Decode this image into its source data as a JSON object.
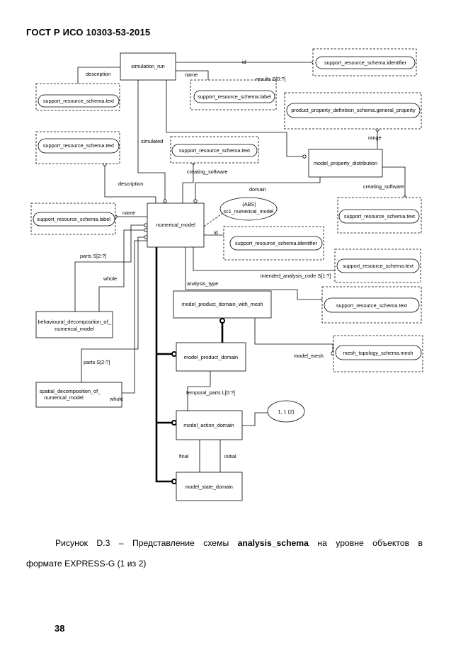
{
  "header": {
    "title": "ГОСТ Р ИСО 10303-53-2015"
  },
  "entities": {
    "simulation_run": "simulation_run",
    "numerical_model": "numerical_model",
    "model_property_distribution": "model_property_distribution",
    "behavioural_decomposition_l1": "behavioural_decomposition_of_",
    "behavioural_decomposition_l2": "numerical_model",
    "spatial_decomposition_l1": "spatial_decomposition_of_",
    "spatial_decomposition_l2": "numerical_model",
    "model_product_domain_with_mesh": "model_product_domain_with_mesh",
    "model_product_domain": "model_product_domain",
    "model_action_domain": "model_action_domain",
    "model_state_domain": "model_state_domain",
    "abs_l1": "(ABS)",
    "abs_l2": "sc1_numerical_model"
  },
  "refs": {
    "srs_identifier_top": "support_resource_schema.identifier",
    "srs_text_1": "support_resource_schema.text",
    "srs_label_top": "support_resource_schema.label",
    "pp_general_property": "product_property_definition_schema.general_property",
    "srs_text_2": "support_resource_schema.text",
    "srs_text_3": "support_resource_schema.text",
    "srs_label_left": "support_resource_schema.label",
    "srs_text_right_1": "support_resource_schema.text",
    "srs_identifier_mid": "support_resource_schema.identifier",
    "srs_text_right_2": "support_resource_schema.text",
    "srs_text_right_3": "support_resource_schema.text",
    "mesh": "mesh_topology_schema.mesh",
    "page_ref": "1, 1 (2)"
  },
  "labels": {
    "id_top": "id",
    "description_top": "description",
    "name_top": "name",
    "results": "results S[0:?]",
    "simulated": "simulated",
    "range": "range",
    "creating_software_1": "creating_software",
    "description_2": "description",
    "domain": "domain",
    "creating_software_2": "creating_software",
    "name_left": "name",
    "id_mid": "id",
    "parts_1": "parts S[2:?]",
    "whole_1": "whole",
    "intended": "intended_analysis_code S[1:?]",
    "analysis_type": "analysis_type",
    "model_mesh": "model_mesh",
    "parts_2": "parts S[2:?]",
    "whole_2": "whole",
    "temporal_parts": "temporal_parts L[0:?]",
    "final": "final",
    "initial": "initial"
  },
  "caption": {
    "line1_pre": "Рисунок D.3 –  Представление схемы ",
    "line1_bold": "analysis_schema",
    "line1_post": " на уровне объектов в",
    "line2": "формате EXPRESS-G (1 из 2)"
  },
  "page_number": "38"
}
